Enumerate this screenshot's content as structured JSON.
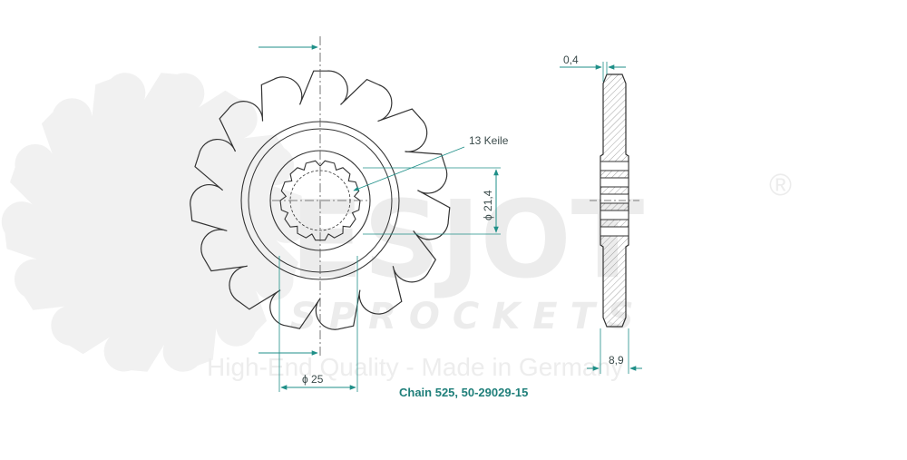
{
  "watermark": {
    "brand": "ESJOT",
    "registered_mark": "®",
    "subtitle": "SPROCKETS",
    "tagline": "High-End Quality - Made in Germany"
  },
  "drawing": {
    "tooth_count": 15,
    "spline_count": 13,
    "splines_label": "13 Keile",
    "spline_diameter_label": "ϕ 21,4",
    "hub_diameter_label": "ϕ 25",
    "offset_label": "0,4",
    "thickness_label": "8,9",
    "caption": "Chain 525, 50-29029-15"
  },
  "colors": {
    "line": "#333333",
    "dimension": "#1f8f88",
    "hatch": "#777777",
    "watermark": "#ececec"
  }
}
